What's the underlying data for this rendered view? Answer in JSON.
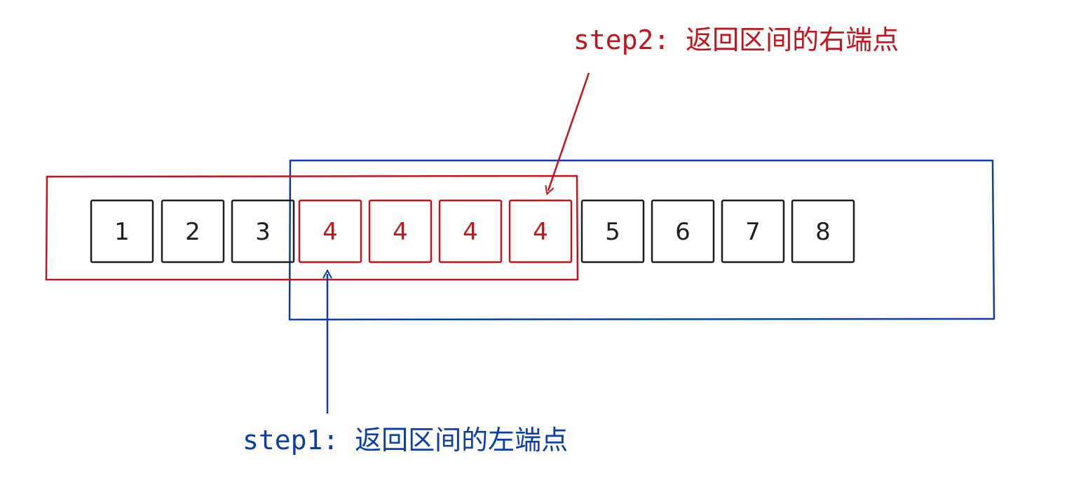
{
  "colors": {
    "black": "#1e1e1e",
    "red": "#c4141b",
    "blue": "#0b3ea8",
    "background": "#ffffff"
  },
  "cells": [
    {
      "value": "1",
      "color": "black"
    },
    {
      "value": "2",
      "color": "black"
    },
    {
      "value": "3",
      "color": "black"
    },
    {
      "value": "4",
      "color": "red"
    },
    {
      "value": "4",
      "color": "red"
    },
    {
      "value": "4",
      "color": "red"
    },
    {
      "value": "4",
      "color": "red"
    },
    {
      "value": "5",
      "color": "black"
    },
    {
      "value": "6",
      "color": "black"
    },
    {
      "value": "7",
      "color": "black"
    },
    {
      "value": "8",
      "color": "black"
    }
  ],
  "annotations": {
    "step1": "step1: 返回区间的左端点",
    "step2": "step2: 返回区间的右端点"
  }
}
